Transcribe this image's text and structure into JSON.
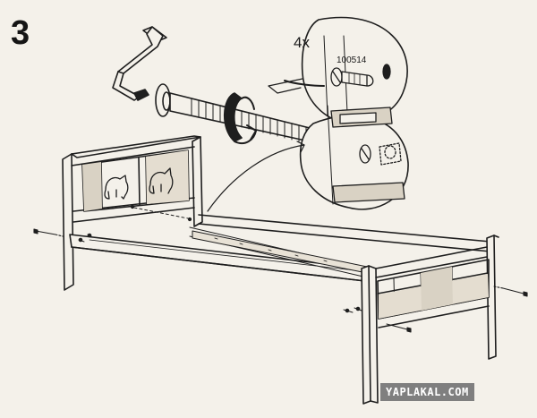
{
  "step": {
    "number": "3"
  },
  "detail": {
    "quantity": "4x",
    "part_code": "100514"
  },
  "watermark": {
    "text": "YAPLAKAL.COM"
  },
  "colors": {
    "paper": "#f4f1ea",
    "ink": "#1e1e1e",
    "wood_shade": "#d9d2c4"
  },
  "icons": [
    "allen-key-icon",
    "bolt-icon",
    "rotation-arrow-icon",
    "magnifier-circle-icon"
  ]
}
